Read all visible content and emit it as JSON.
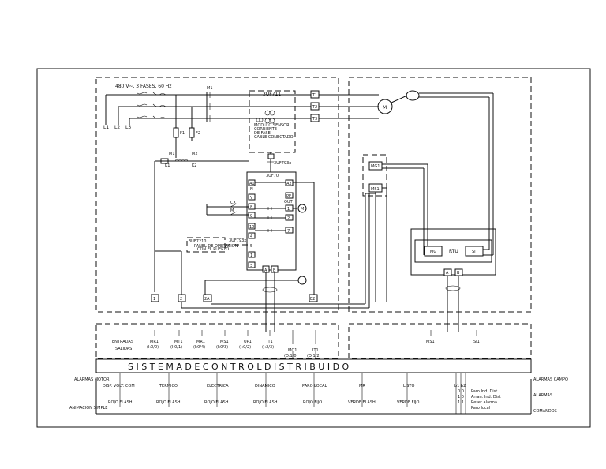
{
  "supply": {
    "label": "480 V~, 3 FASES, 60 Hz",
    "phases": [
      "L1",
      "L2",
      "L3"
    ],
    "terminals": [
      "T1",
      "T2",
      "T3"
    ],
    "motor": "M",
    "fuse_labels": [
      "F1",
      "F2"
    ]
  },
  "devices": {
    "current_module": "3UF711",
    "current_module_note": [
      "MODULO SENSOR",
      "CORRIENTE",
      "DE FASE",
      "CABLE CONECTADO"
    ],
    "relay_short": "3UF793x",
    "relay_main": "3UF70",
    "handheld": "3UF7210",
    "handheld_note": [
      "PANEL DE OPERACION",
      "CON EL PUERTO",
      "DE OPERACION"
    ],
    "cable": "3UF793x",
    "m1": "M1",
    "m2": "M2",
    "k1": "K1",
    "k2": "K2",
    "mg1": "MG1",
    "ms1": "MS1",
    "mg": "MG",
    "rtu": "RTU",
    "si": "SI"
  },
  "relay_terminals": {
    "left": [
      "A1",
      "N",
      "Y",
      "8",
      "9",
      "10",
      "4",
      "5",
      "1",
      "3"
    ],
    "right": [
      "A2",
      "PE",
      "OUT",
      "1",
      "2",
      "7"
    ],
    "bus": [
      "A",
      "B"
    ],
    "contact_labels": [
      "CX",
      "M"
    ]
  },
  "field_terminals": [
    "1",
    "2",
    "2A",
    "S",
    "E2"
  ],
  "io": {
    "entradas": "ENTRADAS",
    "salidas": "SALIDAS",
    "inputs": [
      {
        "name": "MR1",
        "addr": "(I:0/0)"
      },
      {
        "name": "MT1",
        "addr": "(I:0/1)"
      },
      {
        "name": "MR1",
        "addr": "(I:0/4)"
      },
      {
        "name": "MS1",
        "addr": "(I:0/3)"
      },
      {
        "name": "UP1",
        "addr": "(I:0/2)"
      },
      {
        "name": "IT1",
        "addr": "(I:2/3)"
      }
    ],
    "outputs": [
      {
        "name": "MO1",
        "addr": "(O:1/0)"
      },
      {
        "name": "IT1",
        "addr": "(O:1/2)"
      }
    ],
    "right_signals": [
      "MS1",
      "SI1"
    ]
  },
  "scd": {
    "title": "S I S T E M A   D E   C O N T R O L   D I S T R I B U I D O",
    "left_labels": [
      "ALARMAS MOTOR",
      "ANIMACION SIMPLE"
    ],
    "right_labels": [
      "ALARMAS CAMPO",
      "ALARMAS",
      "COMANDOS"
    ],
    "alarms": [
      "DISP. VOLT. COM",
      "TERMICO",
      "ELECTRICA",
      "DINAMICO",
      "PARO LOCAL",
      "MR",
      "LISTO"
    ],
    "animations": [
      "ROJO FLASH",
      "ROJO FLASH",
      "ROJO FLASH",
      "ROJO FLASH",
      "ROJO FIJO",
      "VERDE FLASH",
      "VERDE FIJO"
    ],
    "bits_header": "b1 b2",
    "commands": [
      {
        "bits": "0 0",
        "text": "Paro Ind. Dist"
      },
      {
        "bits": "1 0",
        "text": "Arran. Ind. Dist"
      },
      {
        "bits": "1 1",
        "text": "Reset alarma"
      },
      {
        "bits": "",
        "text": "Paro local"
      }
    ]
  }
}
